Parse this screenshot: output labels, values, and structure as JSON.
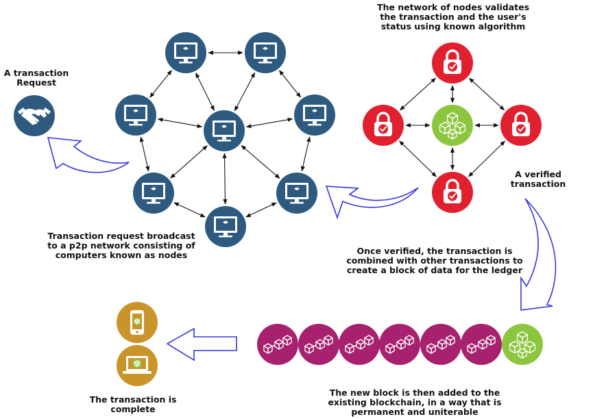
{
  "labels": {
    "request": "A transaction\nRequest",
    "broadcast": "Transaction request broadcast\nto a p2p network consisting of\ncomputers known as nodes",
    "validate": "The network of nodes validates\nthe transaction and the user's\nstatus using known algorithm",
    "verified": "A verified\ntransaction",
    "combined": "Once verified, the transaction is\ncombined with other transactions to\ncreate a block of data for the ledger",
    "added": "The new block is then added to the\nexisting blockchain, in a way that is\npermanent and uniterable",
    "complete": "The transaction is\ncomplete"
  },
  "colors": {
    "node": "#2e5a80",
    "lock": "#e0202e",
    "block_new": "#8cc63f",
    "chain": "#a8216e",
    "device": "#c9952a",
    "arrow": "#3333dd"
  },
  "icons": {
    "handshake": "handshake-icon",
    "computer": "computer-icon",
    "lock": "lock-icon",
    "cubes": "cubes-icon",
    "phone": "phone-icon",
    "laptop": "laptop-icon"
  }
}
